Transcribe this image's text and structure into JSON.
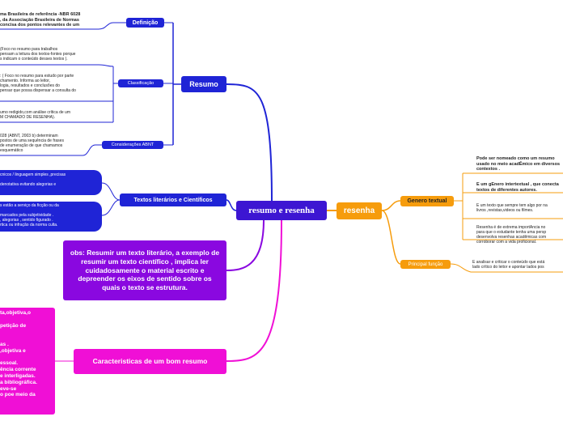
{
  "root": {
    "label": "resumo e resenha"
  },
  "resenha": {
    "label": "resenha",
    "genero": {
      "label": "Genero textual",
      "texts": [
        "Pode ser nomeado como um resumo\nusado no meio acadÊmico em diversos\ncontextos .",
        "É um gÊnero intertextual , que conecta\ntextos de diferentes autores.",
        "É um texto que sempre tem algo por na\nlivros ,revistas,videos ou filmes.",
        "Resenha é de extrema importÂncia no\npara que o estudante tenha uma persp\ndesenvolva resenhas acadêmicas com\ncorroborar com a vida proficional."
      ]
    },
    "funcao": {
      "label": "Principal função",
      "text": "É analisar e criticar o conteúdo que está\nlado crítico do leitor e apontar lados pos"
    }
  },
  "resumo": {
    "label": "Resumo",
    "definicao": {
      "label": "Definição",
      "text": "ma Brasileira de referência -NBR 6028\n, da Associação Brasileira de Normas\n concisa dos pontos relevantes de um"
    },
    "classificacao": {
      "label": "Classificação",
      "texts": [
        "(Foco no resumo para trabalhos\npensam a leitura dos textos-fontes porque\ns indicam o conteúdo desses textos ).",
        ": ( Foco no resumo para estudo por parte\nchamento. Informa ao leitor,\nlogia, resultados e conclusões do\npensar que possa dispensar a consulta do",
        "umo redigido,com análise crítica de um\nM CHAMADO DE RESENHA)."
      ]
    },
    "abnt": {
      "label": "Considerações ABNT",
      "text": "028 (ABNT, 2003 b) determinam\npostos de uma sequência de frases\nde enumeração de que chamamos\nesquemático"
    }
  },
  "literarios": {
    "label": "Textos literários e Científicos",
    "box1": "cnicos / linguagem simples ,precisas\n\ndenotativa evitando alegorias e",
    "box2": "s estão a serviço da ficção ou da\n\nmarcados pela subjetividade .\n, alegorias , sentido figurado .\nrtica ou infração da norma culta."
  },
  "obs": {
    "text": "obs: Resumir um texto literário, a exemplo de resumir um texto científico , implica ler cuidadosamente o material escrito e depreender os eixos de sentido sobre os quais o texto se estrutura."
  },
  "caracteristicas": {
    "label": "Caracteristicas de um bom resumo",
    "text": "ta,objetiva,o\n\npetição de\n\n\nas .\n,objetiva e\n\nessoal.\nência corrente\ne interligadas.\na bibliográfica.\neve-se\no poe meio da"
  },
  "colors": {
    "blue": "#1f24d6",
    "purple": "#8a08e0",
    "magenta": "#f00fd6",
    "orange": "#f69c0c",
    "root": "#3d16d2"
  }
}
